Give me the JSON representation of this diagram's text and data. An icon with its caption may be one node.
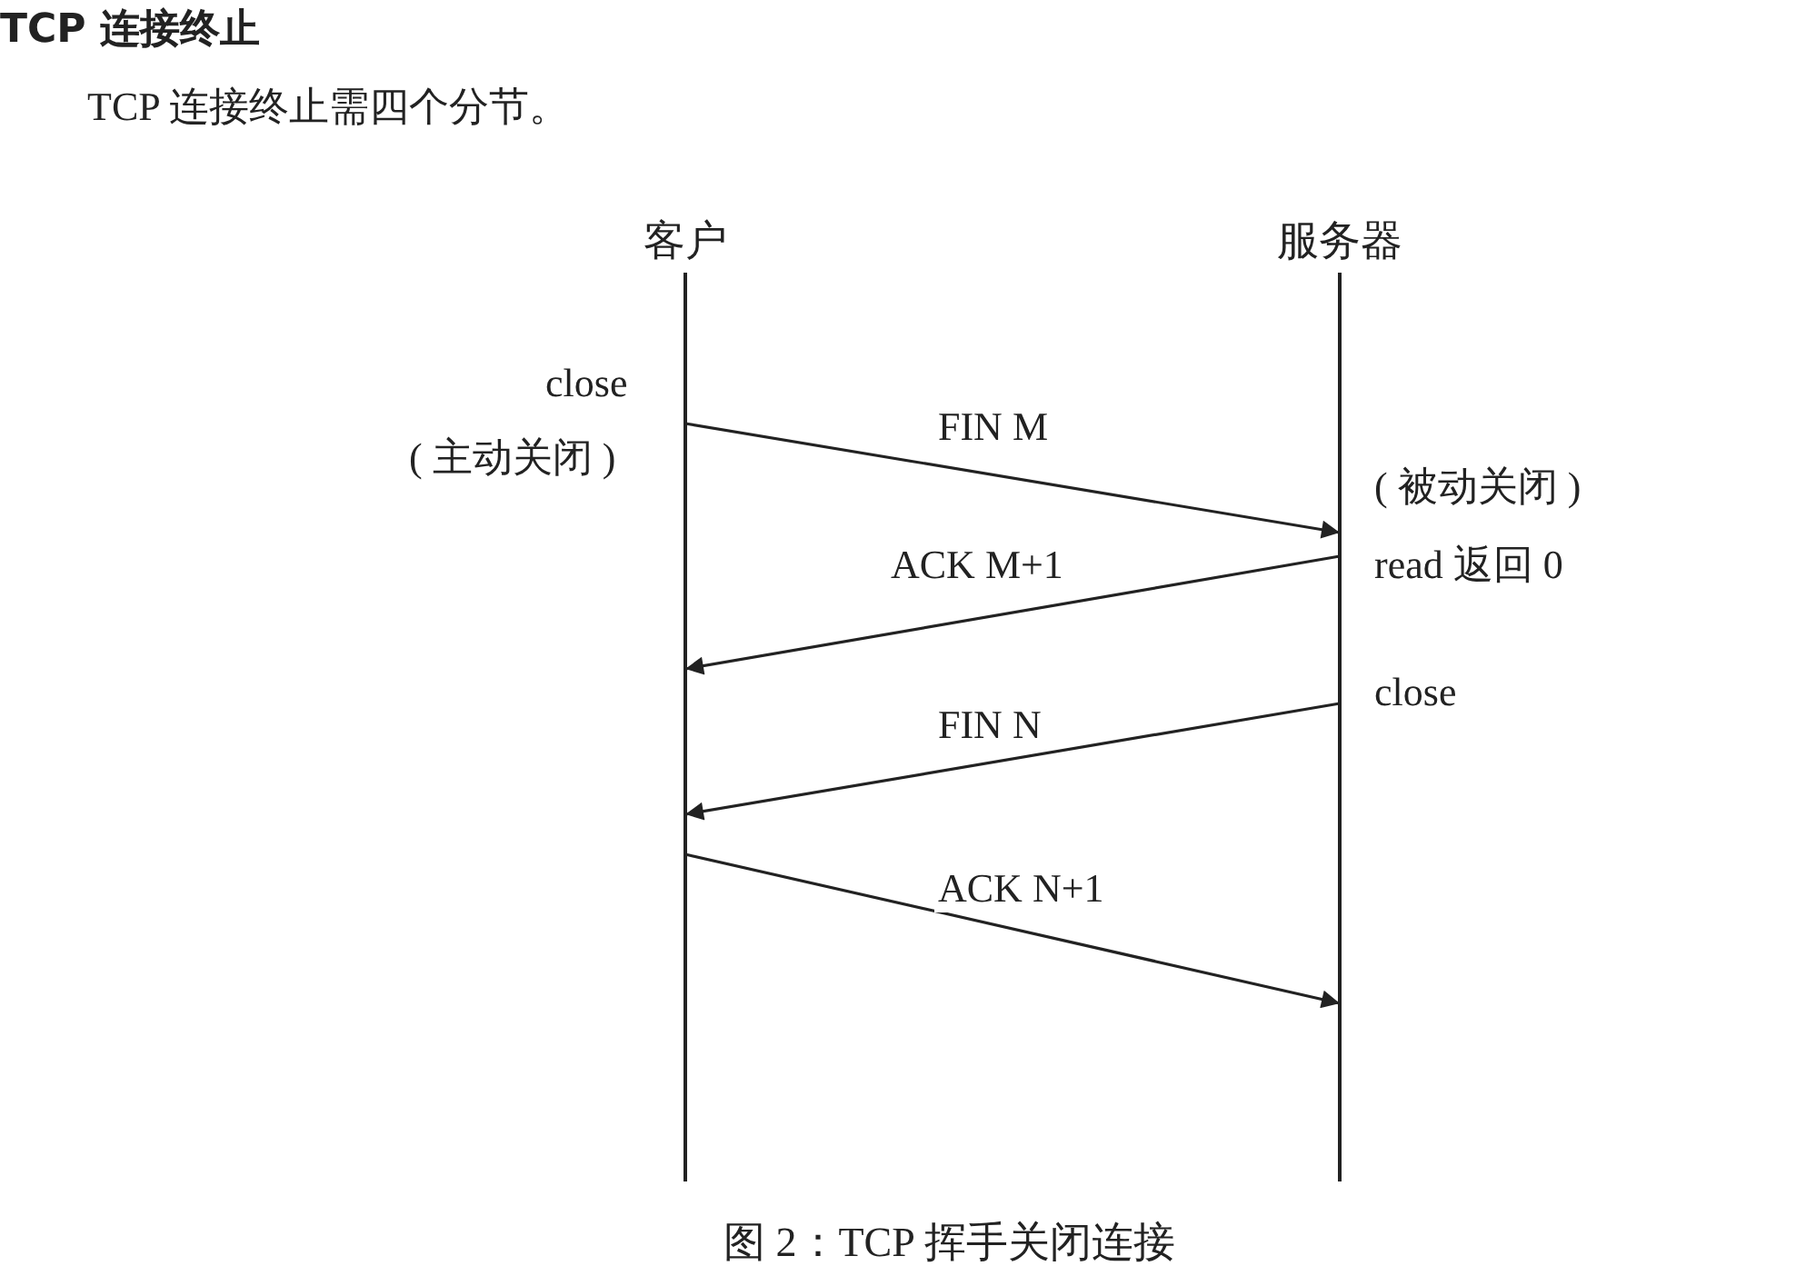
{
  "diagram": {
    "title": "TCP 连接终止",
    "caption": "图 2：TCP 挥手关闭连接",
    "nodes": [
      {
        "text": [
          "客户"
        ]
      },
      {
        "text": [
          "服务器"
        ]
      }
    ],
    "edges": [
      {
        "from": 0,
        "to": 1,
        "arrow": "to",
        "label": "FIN M"
      },
      {
        "from": 1,
        "to": 0,
        "arrow": "to",
        "label": "ACK M+1"
      },
      {
        "from": 1,
        "to": 0,
        "arrow": "to",
        "label": "FIN N"
      },
      {
        "from": 0,
        "to": 1,
        "arrow": "to",
        "label": "ACK N+1"
      }
    ],
    "labels": [
      "TCP 连接终止需四个分节。",
      "close",
      "( 主动关闭 )",
      "( 被动关闭 )",
      "read 返回 0",
      "close"
    ]
  }
}
